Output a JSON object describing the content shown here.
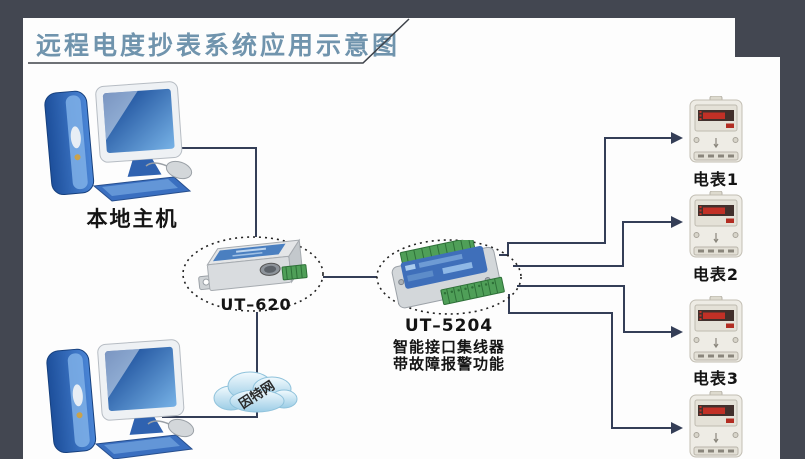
{
  "title": {
    "text": "远程电度抄表系统应用示意图",
    "color": "#7094ad"
  },
  "host": {
    "label": "本地主机"
  },
  "converter": {
    "label": "UT–620"
  },
  "hub": {
    "model": "UT–5204",
    "desc_line1": "智能接口集线器",
    "desc_line2": "带故障报警功能"
  },
  "cloud": {
    "label": "因特网"
  },
  "meters": [
    {
      "label": "电表1"
    },
    {
      "label": "电表2"
    },
    {
      "label": "电表3"
    },
    {
      "label": ""
    }
  ],
  "colors": {
    "frame_dark": "#434751",
    "page_bg": "#fdfdfd",
    "title_text": "#7094ad",
    "connector_line": "#343e57",
    "ellipse_border": "#222222",
    "device_blue": "#3f6fba",
    "terminal_green": "#4f9f58",
    "cloud_fill": "#bfe2f2",
    "computer_blue": "#2f62b0",
    "meter_body": "#eeece5",
    "meter_display": "#42302c",
    "meter_digit_red": "#c23026"
  }
}
